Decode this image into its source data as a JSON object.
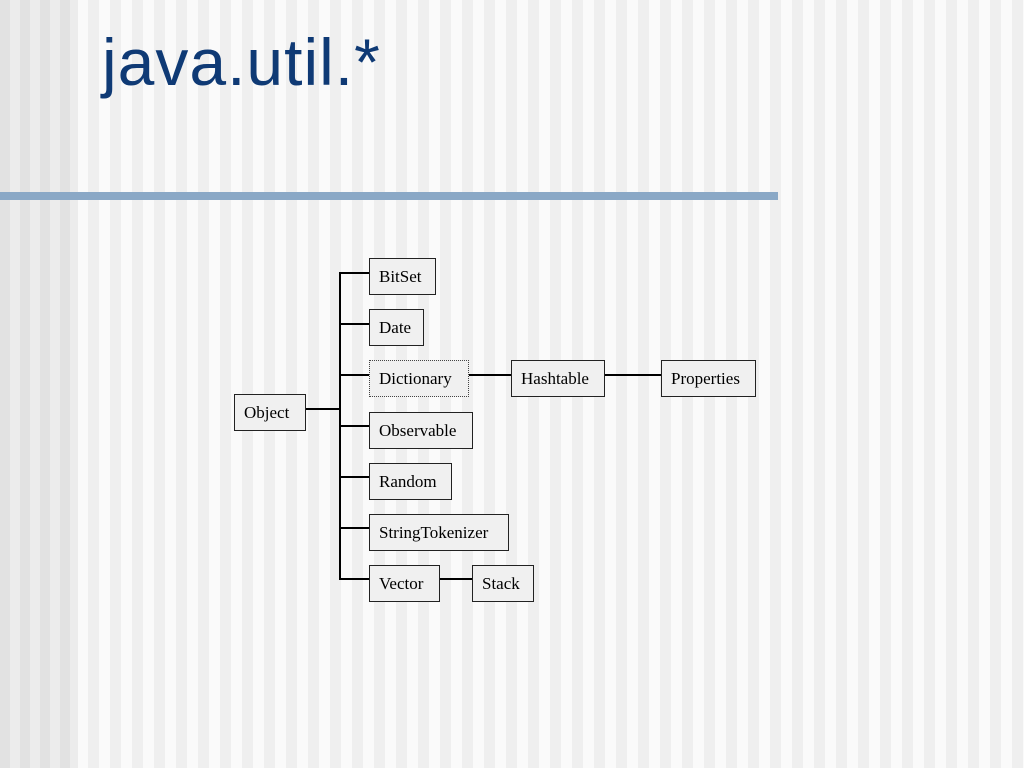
{
  "slide": {
    "title": "java.util.*"
  },
  "diagram": {
    "root": "Object",
    "children": [
      "BitSet",
      "Date",
      "Dictionary",
      "Observable",
      "Random",
      "StringTokenizer",
      "Vector"
    ],
    "dictionary_chain": [
      "Hashtable",
      "Properties"
    ],
    "vector_chain": [
      "Stack"
    ]
  }
}
